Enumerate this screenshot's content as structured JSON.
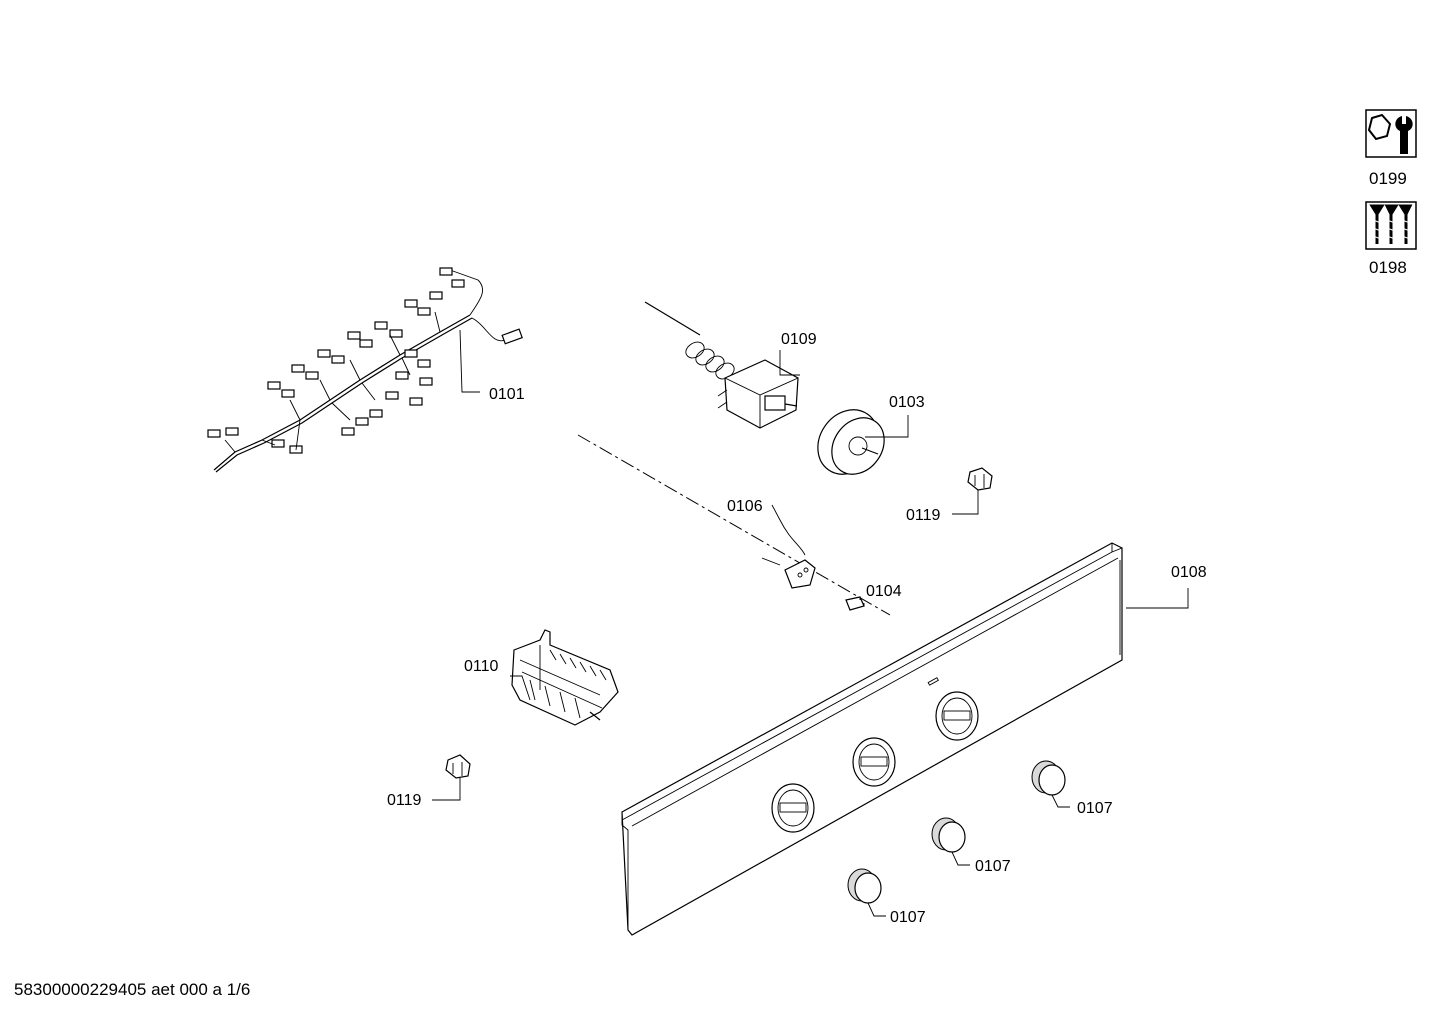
{
  "callouts": {
    "c0101": "0101",
    "c0109": "0109",
    "c0103": "0103",
    "c0119a": "0119",
    "c0106": "0106",
    "c0104": "0104",
    "c0108": "0108",
    "c0110": "0110",
    "c0119b": "0119",
    "c0107a": "0107",
    "c0107b": "0107",
    "c0107c": "0107"
  },
  "side_icons": {
    "service": {
      "icon": "wrench-nut-icon",
      "label": "0199"
    },
    "screws": {
      "icon": "screws-icon",
      "label": "0198"
    }
  },
  "footer": {
    "doc_id": "58300000229405 aet 000 a 1/6"
  }
}
